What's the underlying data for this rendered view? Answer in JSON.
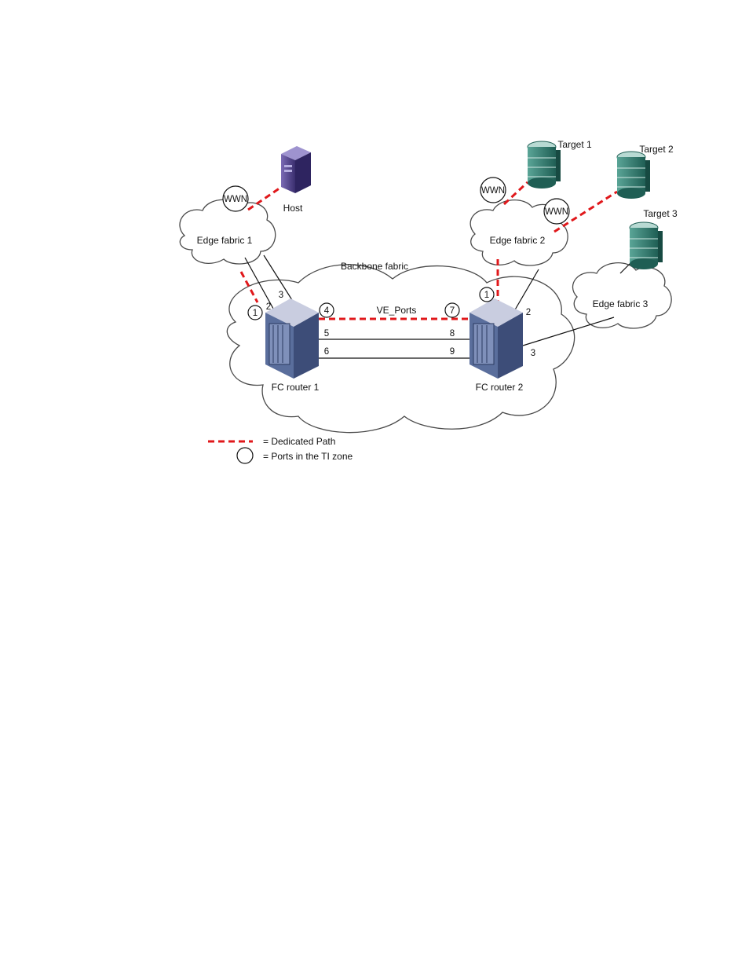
{
  "diagram": {
    "host_label": "Host",
    "edge_fabric_1": "Edge fabric 1",
    "edge_fabric_2": "Edge fabric 2",
    "edge_fabric_3": "Edge fabric 3",
    "backbone_fabric": "Backbone fabric",
    "fc_router_1": "FC router 1",
    "fc_router_2": "FC router 2",
    "ve_ports": "VE_Ports",
    "targets": [
      "Target 1",
      "Target 2",
      "Target 3"
    ],
    "wwn": "WWN",
    "router1_ports": [
      "1",
      "2",
      "3",
      "4",
      "5",
      "6"
    ],
    "router2_ports": [
      "7",
      "8",
      "9",
      "1",
      "2",
      "3"
    ]
  },
  "legend": {
    "dedicated_path": "= Dedicated Path",
    "ti_zone_ports": "= Ports in the TI zone"
  },
  "colors": {
    "dedicated_path": "#e0181b",
    "router_body": "#5a6e9c",
    "storage": "#2f7c6e",
    "host": "#4b3d83"
  }
}
